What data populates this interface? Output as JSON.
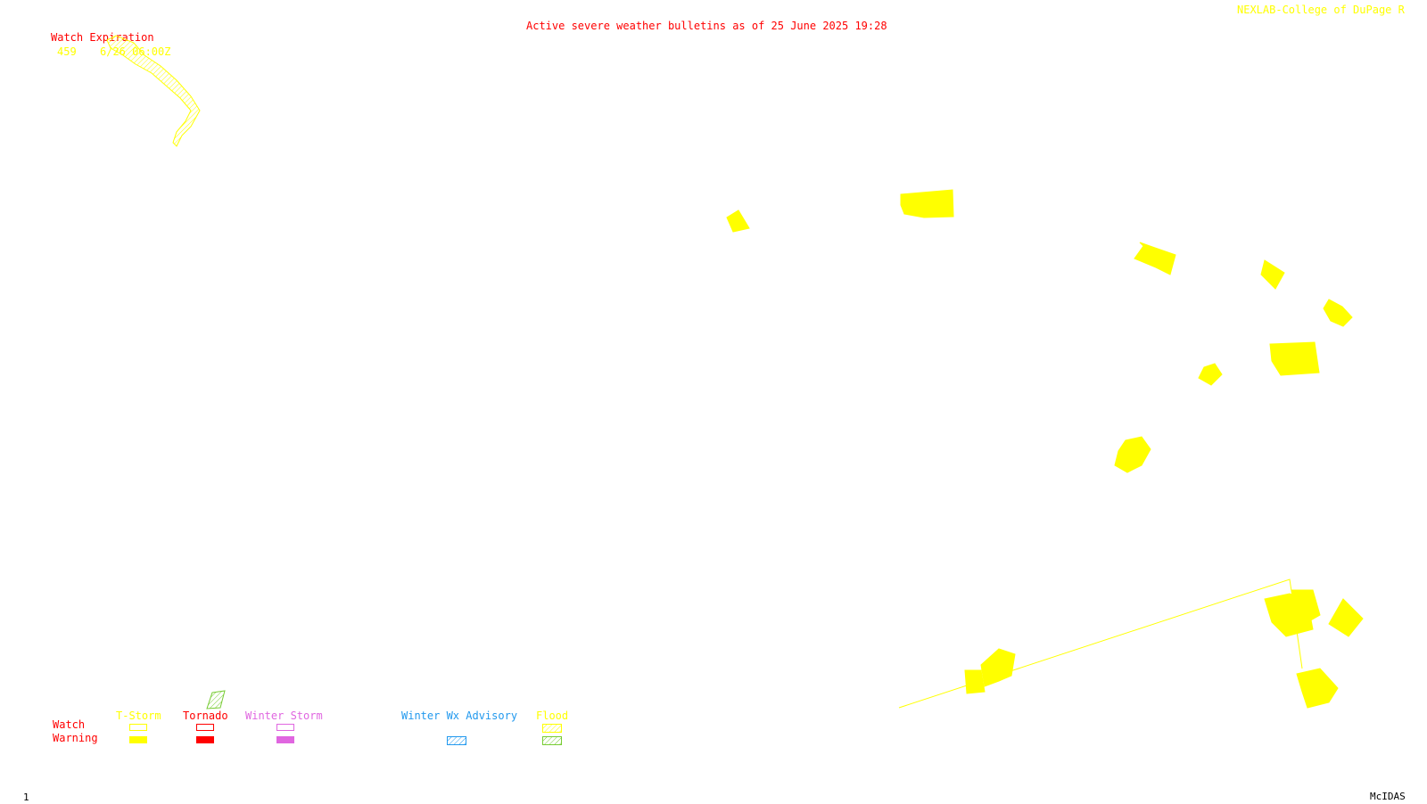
{
  "header": {
    "title": "Active severe weather bulletins as of 25 June 2025 19:28",
    "source": "NEXLAB-College of DuPage R"
  },
  "watch_expiration": {
    "heading": "Watch Expiration",
    "entries": [
      {
        "number": "459",
        "expires": "6/26 06:00Z"
      }
    ]
  },
  "legend": {
    "row_labels": {
      "watch": "Watch",
      "warning": "Warning"
    },
    "columns": [
      {
        "label": "T-Storm",
        "color": "#ffff00",
        "watch": "outline",
        "warning": "fill"
      },
      {
        "label": "Tornado",
        "color": "#ff0000",
        "watch": "outline",
        "warning": "fill"
      },
      {
        "label": "Winter Storm",
        "color": "#e066e0",
        "watch": "outline",
        "warning": "fill"
      },
      {
        "label": "Winter Wx Advisory",
        "color": "#2299ee",
        "warning": "hatched"
      },
      {
        "label": "Flood",
        "color": "#ffff00",
        "warning_color": "#77cc33",
        "watch": "hatched",
        "warning": "hatched"
      }
    ]
  },
  "footer": {
    "frame_number": "1",
    "software": "McIDAS"
  },
  "colors": {
    "text_red": "#ff0000",
    "tstorm_yellow": "#ffff00",
    "tornado_red": "#ff0000",
    "winter_storm_magenta": "#e066e0",
    "winter_advisory_blue": "#2299ee",
    "flood_green": "#77cc33",
    "background": "#ffffff"
  },
  "map": {
    "layers": [
      "flood-watch-459",
      "tstorm-warning-polygons",
      "tstorm-watch-outline",
      "flood-warning-polygon"
    ]
  }
}
